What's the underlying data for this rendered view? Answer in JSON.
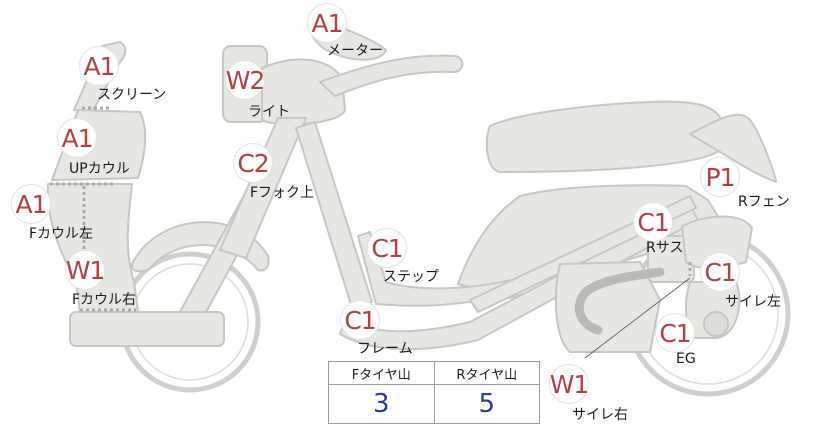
{
  "colors": {
    "part_fill": "#e7e7e3",
    "part_stroke": "#c6c6c2",
    "badge_text": "#b6403f",
    "tire_value": "#2b3f8c"
  },
  "parts": [
    {
      "id": "meter",
      "code": "A1",
      "label": "メーター"
    },
    {
      "id": "screen",
      "code": "A1",
      "label": "スクリーン"
    },
    {
      "id": "light",
      "code": "W2",
      "label": "ライト"
    },
    {
      "id": "up-cowl",
      "code": "A1",
      "label": "UPカウル"
    },
    {
      "id": "f-fork-upper",
      "code": "C2",
      "label": "Fフォク上"
    },
    {
      "id": "f-cowl-left",
      "code": "A1",
      "label": "Fカウル左"
    },
    {
      "id": "f-cowl-right",
      "code": "W1",
      "label": "Fカウル右"
    },
    {
      "id": "step",
      "code": "C1",
      "label": "ステップ"
    },
    {
      "id": "frame",
      "code": "C1",
      "label": "フレーム"
    },
    {
      "id": "r-fender",
      "code": "P1",
      "label": "Rフェン"
    },
    {
      "id": "r-suspension",
      "code": "C1",
      "label": "Rサス"
    },
    {
      "id": "muffler-left",
      "code": "C1",
      "label": "サイレ左"
    },
    {
      "id": "engine",
      "code": "C1",
      "label": "EG"
    },
    {
      "id": "muffler-right",
      "code": "W1",
      "label": "サイレ右"
    }
  ],
  "tire_table": {
    "front_header": "Fタイヤ山",
    "rear_header": "Rタイヤ山",
    "front_value": "3",
    "rear_value": "5"
  }
}
